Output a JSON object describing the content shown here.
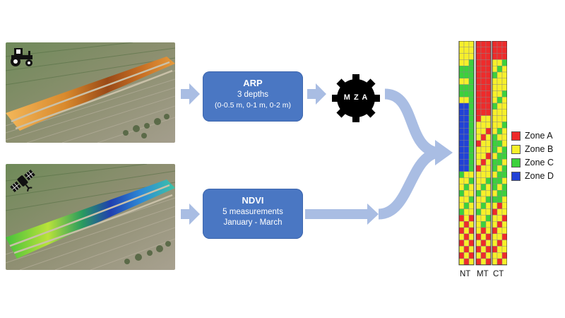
{
  "arp_box": {
    "title": "ARP",
    "line1": "3 depths",
    "line2": "(0-0.5 m, 0-1 m, 0-2 m)"
  },
  "ndvi_box": {
    "title": "NDVI",
    "line1": "5 measurements",
    "line2": "January - March"
  },
  "mza_label": "M Z A",
  "icons": {
    "top": "tractor-icon",
    "bottom": "satellite-icon",
    "gear": "gear-icon"
  },
  "legend": [
    {
      "label": "Zone A",
      "color": "#ee2b2b"
    },
    {
      "label": "Zone B",
      "color": "#f7f02a"
    },
    {
      "label": "Zone C",
      "color": "#3cd13c"
    },
    {
      "label": "Zone D",
      "color": "#2142d6"
    }
  ],
  "columns": [
    "NT",
    "MT",
    "CT"
  ],
  "colors": {
    "box": "#4a77c3",
    "arrow": "#a9bde3"
  }
}
